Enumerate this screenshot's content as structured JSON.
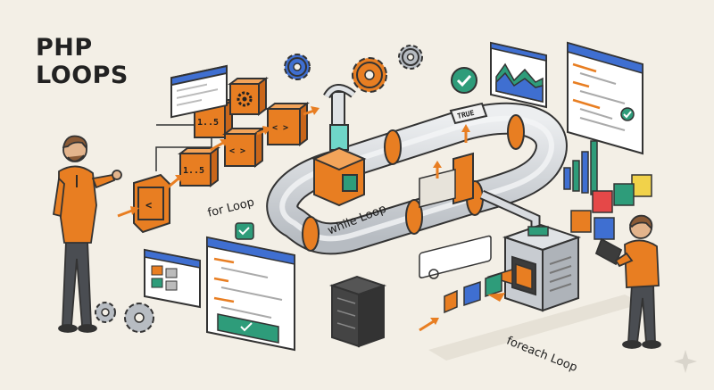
{
  "title": {
    "line1": "PHP",
    "line2": "LOOPS"
  },
  "labels": {
    "for_loop": "for Loop",
    "while_loop": "while Loop",
    "foreach_loop": "foreach Loop"
  },
  "blocks": {
    "range_a": "1..5",
    "range_b": "1..5",
    "true_tag": "TRUE",
    "code_a": "< >",
    "code_b": "< >",
    "code_c": "<"
  },
  "colors": {
    "orange": "#e87e22",
    "blue": "#3f6fd1",
    "green": "#2e9c7a",
    "teal": "#6fd6c8",
    "bg": "#f3efe6",
    "ink": "#222222"
  }
}
